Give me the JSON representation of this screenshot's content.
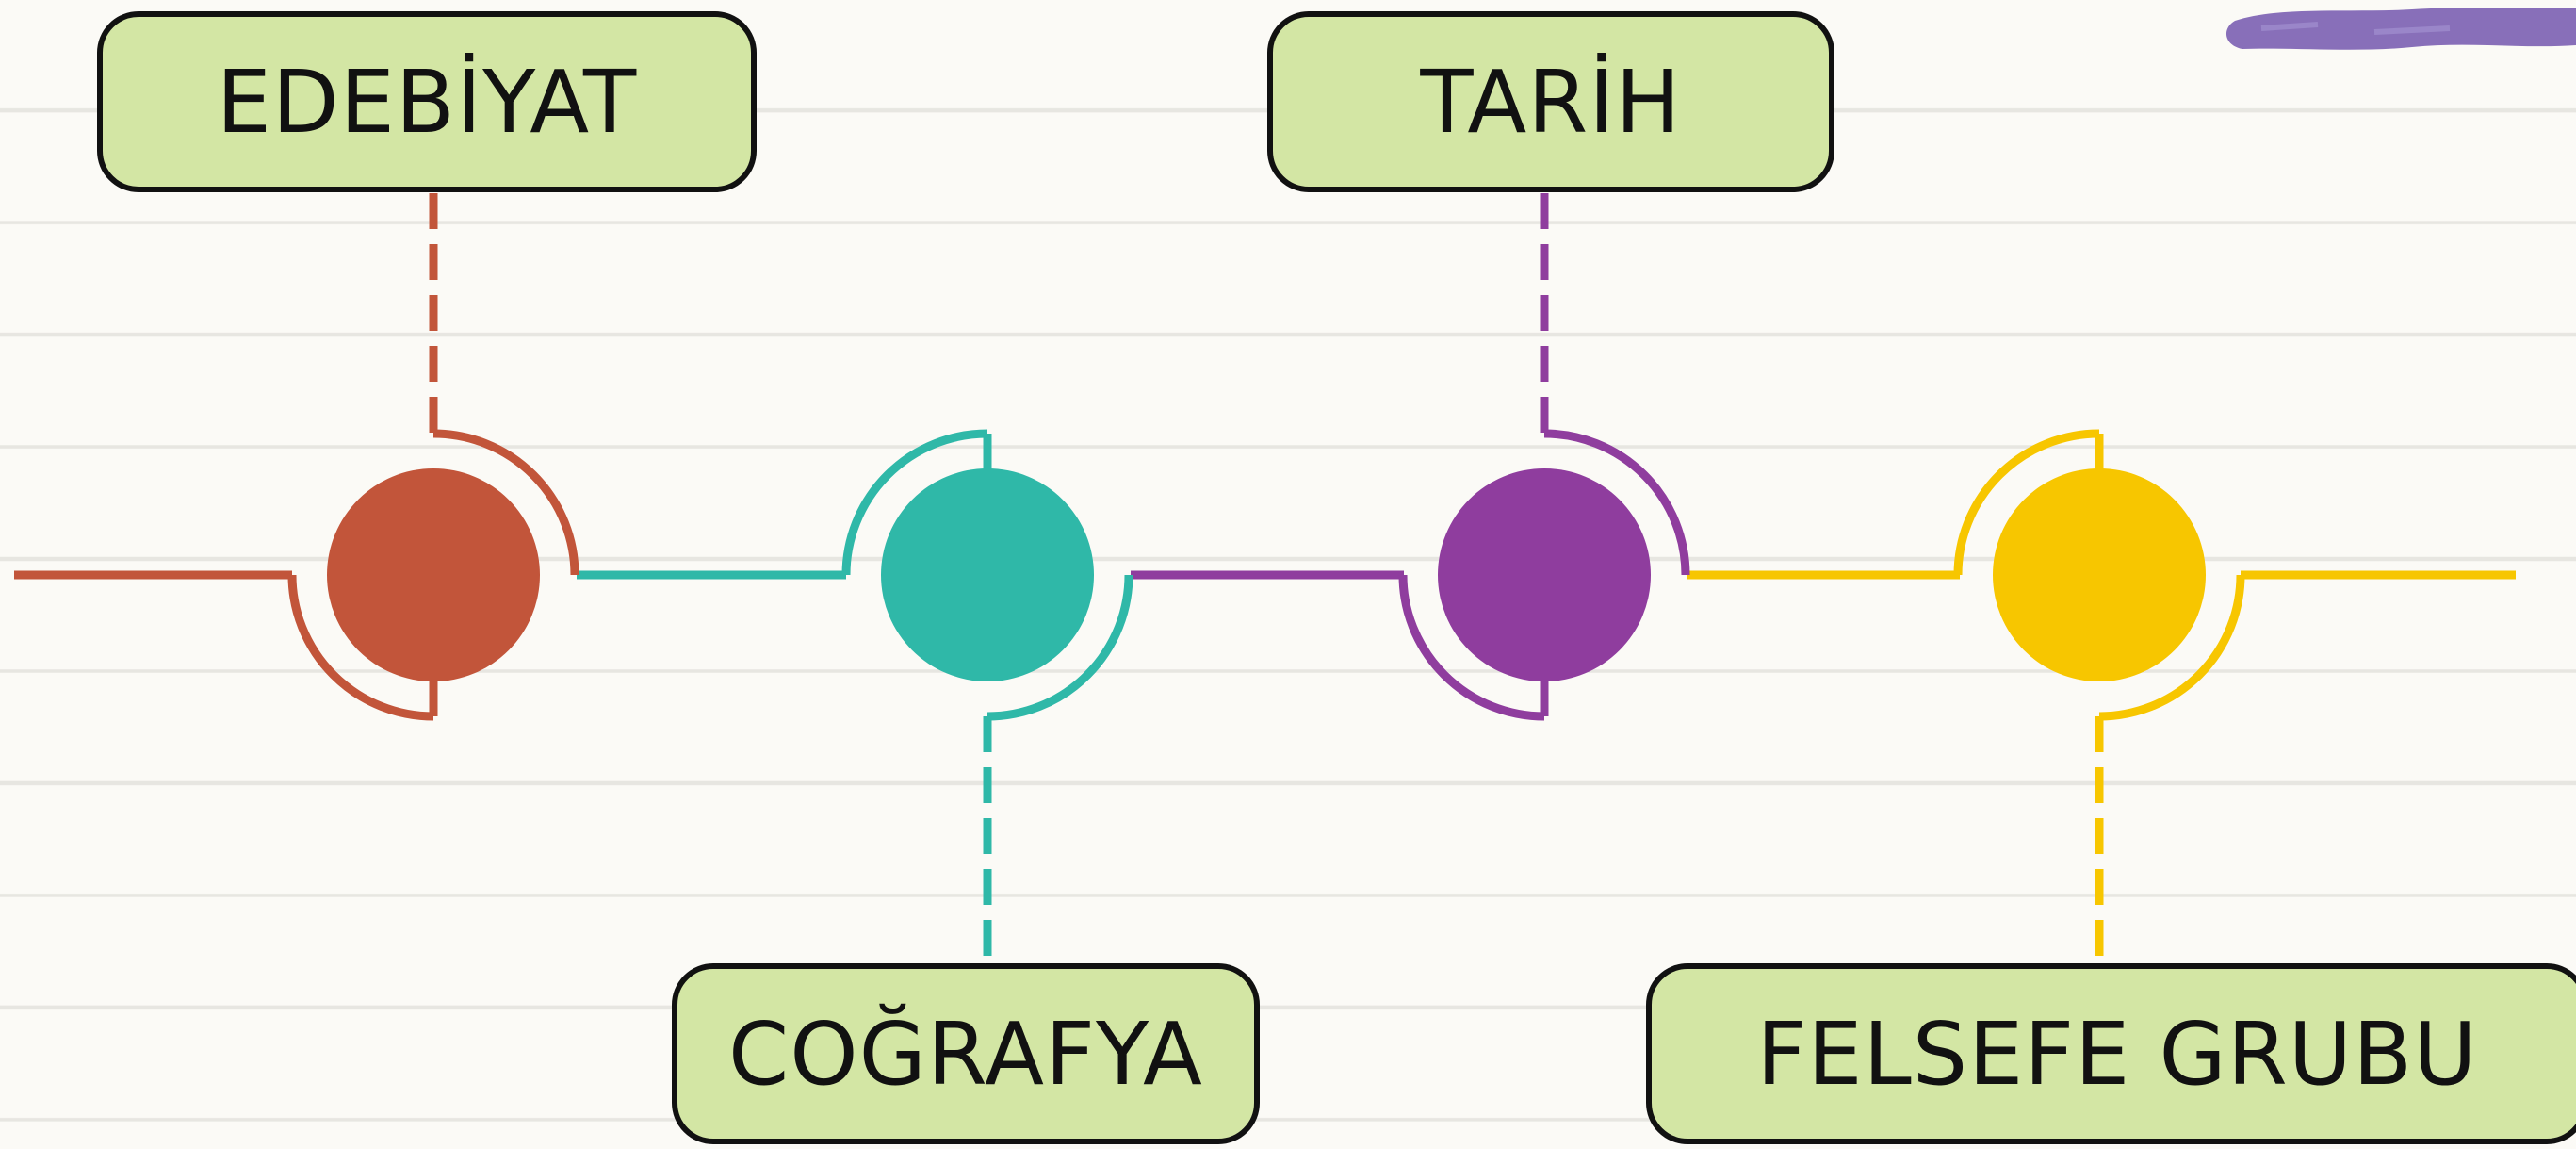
{
  "diagram": {
    "nodes": [
      {
        "label": "EDEBİYAT",
        "color": "#c2553a",
        "label_position": "top"
      },
      {
        "label": "COĞRAFYA",
        "color": "#2fb8a8",
        "label_position": "bottom"
      },
      {
        "label": "TARİH",
        "color": "#8f3d9e",
        "label_position": "top"
      },
      {
        "label": "FELSEFE GRUBU",
        "color": "#f7c600",
        "label_position": "bottom"
      }
    ],
    "label_box_color": "#d3e6a4",
    "outline_color": "#111111",
    "decoration_color": "#7b5fb3"
  }
}
